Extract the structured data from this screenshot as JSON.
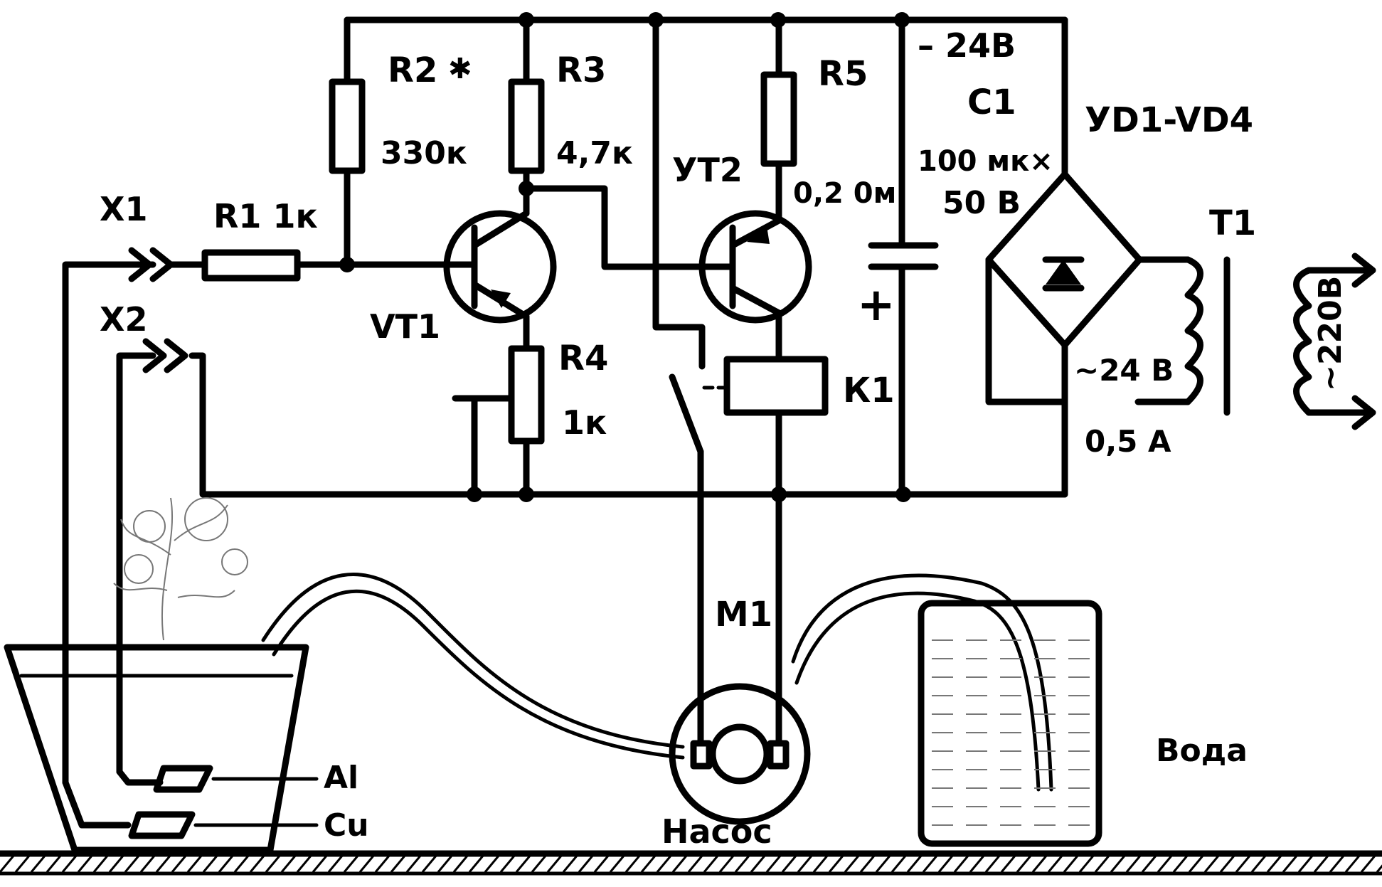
{
  "labels": {
    "r2": "R2",
    "r2_mark": "✱",
    "r2_value": "330к",
    "r3": "R3",
    "r3_value": "4,7к",
    "r5": "R5",
    "r5_value": "0,2 0м",
    "supply": "– 24В",
    "c1": "С1",
    "c1_value_1": "100 мк×",
    "c1_value_2": "50 В",
    "diodes": "УD1-VD4",
    "vt2": "УТ2",
    "x1": "Х1",
    "x2": "Х2",
    "r1": "R1 1к",
    "vt1": "VТ1",
    "r4": "R4",
    "r4_value": "1к",
    "k1": "К1",
    "t1": "Т1",
    "mains": "~220В",
    "secondary_voltage": "~24 В",
    "secondary_current": "0,5 А",
    "plus": "+",
    "m1": "М1",
    "pump": "Насос",
    "water": "Вода",
    "electrode_al": "Al",
    "electrode_cu": "Cu"
  }
}
